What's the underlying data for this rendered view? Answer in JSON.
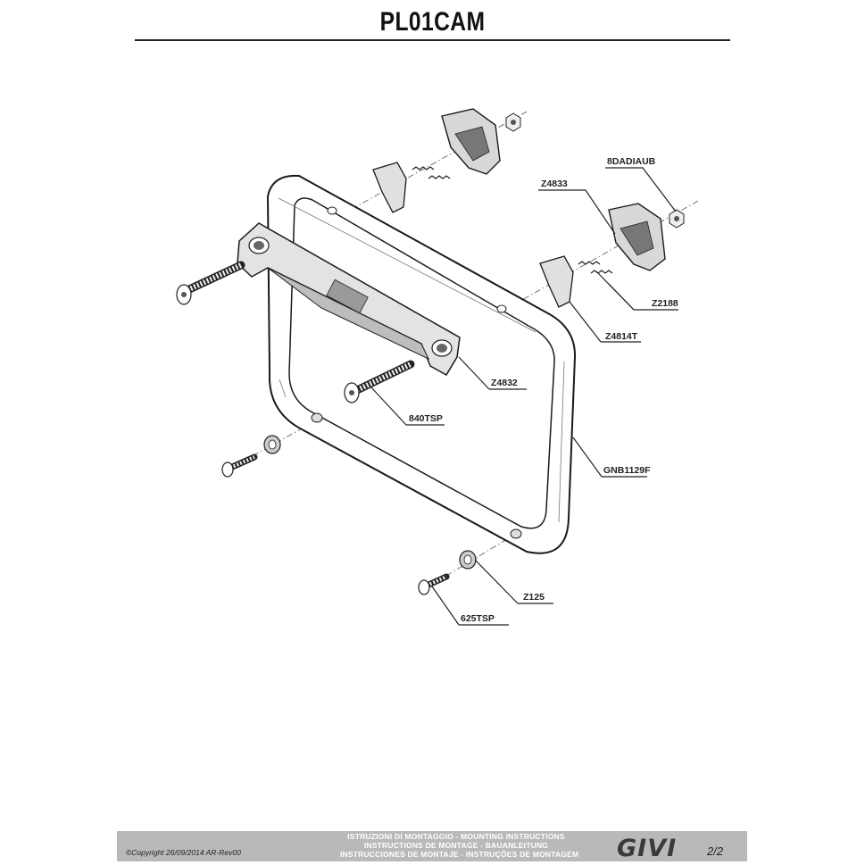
{
  "title": "PL01CAM",
  "parts": {
    "p8dadiaub": "8DADIAUB",
    "z4833": "Z4833",
    "z2188": "Z2188",
    "z4814t": "Z4814T",
    "z4832": "Z4832",
    "p840tsp": "840TSP",
    "gnb1129f": "GNB1129F",
    "z125": "Z125",
    "p625tsp": "625TSP"
  },
  "footer": {
    "copyright": "©Copyright 26/09/2014 AR-Rev00",
    "instructions": [
      "ISTRUZIONI DI MONTAGGIO  -  MOUNTING INSTRUCTIONS",
      "INSTRUCTIONS DE MONTAGE - BAUANLEITUNG",
      "INSTRUCCIONES DE MONTAJE - INSTRUÇÕES DE MONTAGEM"
    ],
    "brand": "GIVI",
    "page": "2/2"
  }
}
